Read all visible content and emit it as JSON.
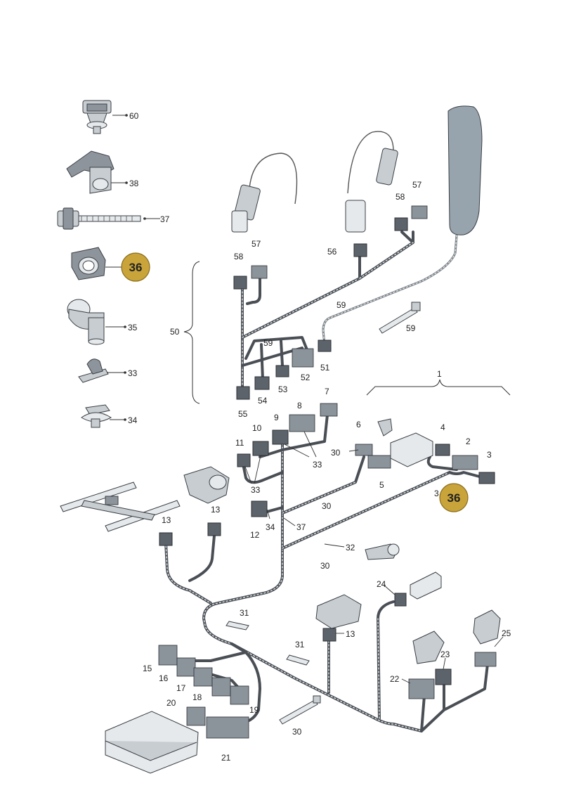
{
  "labels": {
    "l60": "60",
    "l38": "38",
    "l37": "37",
    "l36": "36",
    "l35": "35",
    "l33": "33",
    "l34": "34",
    "l50": "50",
    "l58a": "58",
    "l57a": "57",
    "l58b": "58",
    "l57b": "57",
    "l56": "56",
    "l59a": "59",
    "l59b": "59",
    "l59c": "59",
    "l51": "51",
    "l52": "52",
    "l53": "53",
    "l54": "54",
    "l55": "55",
    "l1": "1",
    "l7": "7",
    "l8": "8",
    "l9": "9",
    "l10": "10",
    "l11": "11",
    "l33a": "33",
    "l33b": "33",
    "l6": "6",
    "l30a": "30",
    "l4": "4",
    "l2": "2",
    "l3": "3",
    "l3b": "3",
    "l5": "5",
    "l30b": "30",
    "l12": "12",
    "l34b": "34",
    "l37b": "37",
    "l32": "32",
    "l30c": "30",
    "l13a": "13",
    "l13b": "13",
    "l36b": "36",
    "l24": "24",
    "l31a": "31",
    "l31b": "31",
    "l13c": "13",
    "l25": "25",
    "l23": "23",
    "l22": "22",
    "l15": "15",
    "l16": "16",
    "l17": "17",
    "l18": "18",
    "l19": "19",
    "l20": "20",
    "l21": "21",
    "l30d": "30"
  },
  "colors": {
    "highlight_fill": "#c9a43a",
    "highlight_stroke": "#8a6d1d",
    "harness": "#4a4f55",
    "part": "#c8cdd2"
  },
  "icons": [
    "clip-icon",
    "bracket-icon",
    "cable-tie-icon",
    "grommet-icon",
    "elbow-icon",
    "seat-frame-icon",
    "control-unit-icon",
    "airbag-icon",
    "motor-icon",
    "switch-icon"
  ]
}
